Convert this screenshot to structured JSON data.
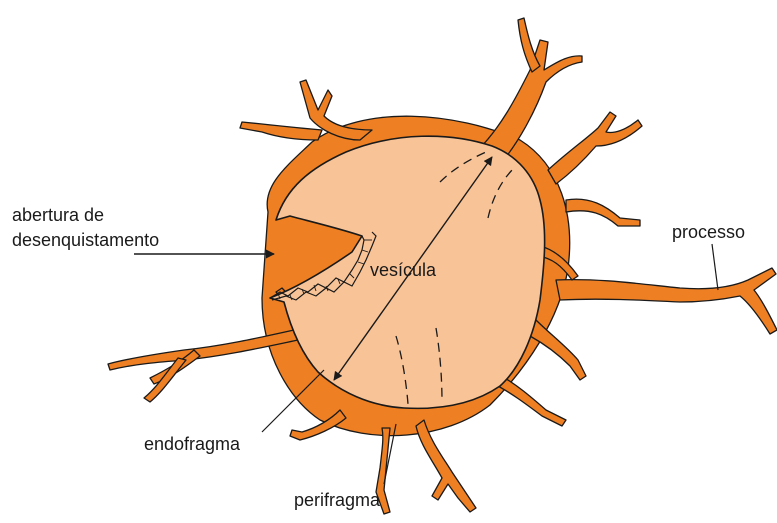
{
  "labels": {
    "opening": [
      "abertura de",
      "desenquistamento"
    ],
    "vesicle": "vesícula",
    "process": "processo",
    "endophragm": "endofragma",
    "periphragm": "perifragma"
  },
  "colors": {
    "periphragm": "#EE7F22",
    "vesicle": "#F8C396",
    "outline": "#1a1a1a",
    "background": "#ffffff"
  }
}
